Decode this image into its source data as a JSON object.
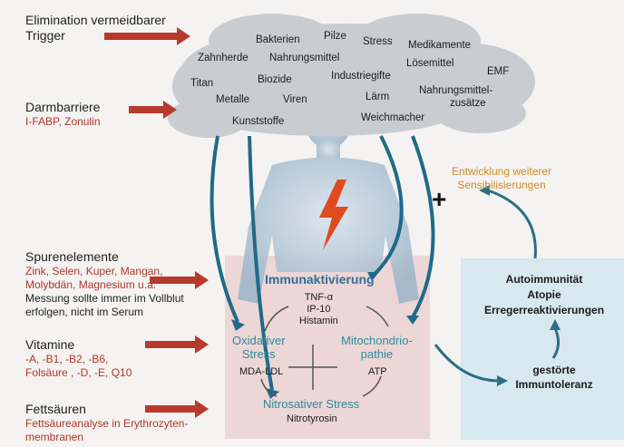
{
  "trigger_groups": [
    {
      "title": "Elimination vermeidbarer",
      "title2": "Trigger"
    },
    {
      "title": "Darmbarriere",
      "sub": "I-FABP, Zonulin"
    }
  ],
  "cloud_words": [
    "Bakterien",
    "Pilze",
    "Stress",
    "Medikamente",
    "Zahnherde",
    "Nahrungsmittel",
    "Lösemittel",
    "EMF",
    "Titan",
    "Biozide",
    "Industriegifte",
    "Metalle",
    "Viren",
    "Lärm",
    "Nahrungsmittel-",
    "zusätze",
    "Kunststoffe",
    "Weichmacher"
  ],
  "spurenelemente": {
    "title": "Spurenelemente",
    "sub1": "Zink, Selen, Kuper, Mangan,",
    "sub2": "Molybdän, Magnesium u.a.",
    "note1": "Messung sollte immer im Vollblut",
    "note2": "erfolgen, nicht im Serum"
  },
  "vitamine": {
    "title": "Vitamine",
    "sub1": "-A, -B1, -B2, -B6,",
    "sub2": "Folsäure , -D, -E, Q10"
  },
  "fettsaeuren": {
    "title": "Fettsäuren",
    "sub1": "Fettsäureanalyse in Erythrozyten-",
    "sub2": "membranen"
  },
  "center": {
    "title": "Immunaktivierung",
    "markers": [
      "TNF-α",
      "IP-10",
      "Histamin"
    ],
    "oxidative1": "Oxidativer",
    "oxidative2": "Stress",
    "mda": "MDA-LDL",
    "mito1": "Mitochondrio-",
    "mito2": "pathie",
    "atp": "ATP",
    "nitro": "Nitrosativer  Stress",
    "nitrotyrosin": "Nitrotyrosin"
  },
  "right": {
    "sens1": "Entwicklung weiterer",
    "sens2": "Sensibilisierungen",
    "auto1": "Autoimmunität",
    "auto2": "Atopie",
    "auto3": "Erregerreaktivierungen",
    "tol1": "gestörte",
    "tol2": "Immuntoleranz",
    "plus": "+"
  }
}
